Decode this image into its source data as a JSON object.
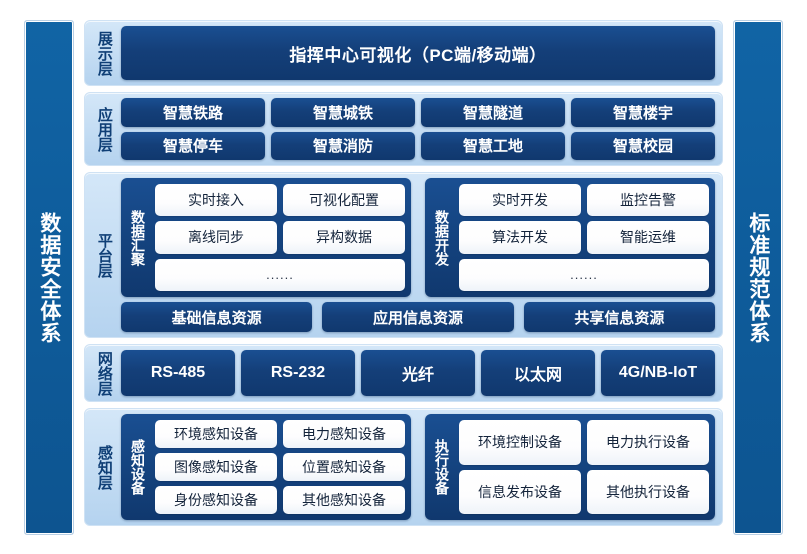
{
  "left_pillar": {
    "label": "数据安全体系"
  },
  "right_pillar": {
    "label": "标准规范体系"
  },
  "layers": {
    "presentation": {
      "label": "展示层",
      "banner": "指挥中心可视化（PC端/移动端）"
    },
    "application": {
      "label": "应用层",
      "row1": [
        "智慧铁路",
        "智慧城铁",
        "智慧隧道",
        "智慧楼宇"
      ],
      "row2": [
        "智慧停车",
        "智慧消防",
        "智慧工地",
        "智慧校园"
      ]
    },
    "platform": {
      "label": "平台层",
      "panels": [
        {
          "label": "数据汇聚",
          "row1": [
            "实时接入",
            "可视化配置"
          ],
          "row2": [
            "离线同步",
            "异构数据"
          ],
          "row3": "......"
        },
        {
          "label": "数据开发",
          "row1": [
            "实时开发",
            "监控告警"
          ],
          "row2": [
            "算法开发",
            "智能运维"
          ],
          "row3": "......"
        }
      ],
      "resources": [
        "基础信息资源",
        "应用信息资源",
        "共享信息资源"
      ]
    },
    "network": {
      "label": "网络层",
      "items": [
        "RS-485",
        "RS-232",
        "光纤",
        "以太网",
        "4G/NB-IoT"
      ]
    },
    "sensing": {
      "label": "感知层",
      "panels": [
        {
          "label": "感知设备",
          "row1": [
            "环境感知设备",
            "电力感知设备"
          ],
          "row2": [
            "图像感知设备",
            "位置感知设备"
          ],
          "row3": [
            "身份感知设备",
            "其他感知设备"
          ]
        },
        {
          "label": "执行设备",
          "row1": [
            "环境控制设备",
            "电力执行设备"
          ],
          "row2": [
            "信息发布设备",
            "其他执行设备"
          ]
        }
      ]
    }
  },
  "colors": {
    "pillar_blue": "#0e5c9b",
    "chip_navy": "#143f79",
    "layer_bg": "#c3dcf3",
    "label_text": "#0f3f76",
    "white_chip": "#ffffff"
  }
}
